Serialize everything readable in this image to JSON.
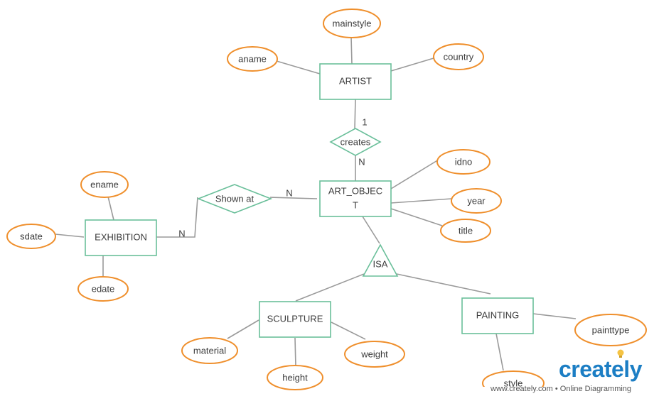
{
  "entities": {
    "artist": "ARTIST",
    "art_object_line1": "ART_OBJEC",
    "art_object_line2": "T",
    "exhibition": "EXHIBITION",
    "sculpture": "SCULPTURE",
    "painting": "PAINTING"
  },
  "relationships": {
    "creates": "creates",
    "shown_at": "Shown at",
    "isa": "ISA"
  },
  "attributes": {
    "mainstyle": "mainstyle",
    "aname": "aname",
    "country": "country",
    "idno": "idno",
    "year": "year",
    "title": "title",
    "ename": "ename",
    "sdate": "sdate",
    "edate": "edate",
    "material": "material",
    "height": "height",
    "weight": "weight",
    "painttype": "painttype",
    "style": "style"
  },
  "cardinalities": {
    "artist_creates": "1",
    "creates_artobject": "N",
    "shownat_artobject": "N",
    "exhibition_shownat": "N"
  },
  "branding": {
    "logo": "creately",
    "footer": "www.creately.com • Online Diagramming"
  },
  "colors": {
    "entity_stroke": "#6abf9a",
    "attribute_stroke": "#ef8f2c",
    "connector": "#9a9a9a",
    "brand": "#1c7ec4"
  }
}
